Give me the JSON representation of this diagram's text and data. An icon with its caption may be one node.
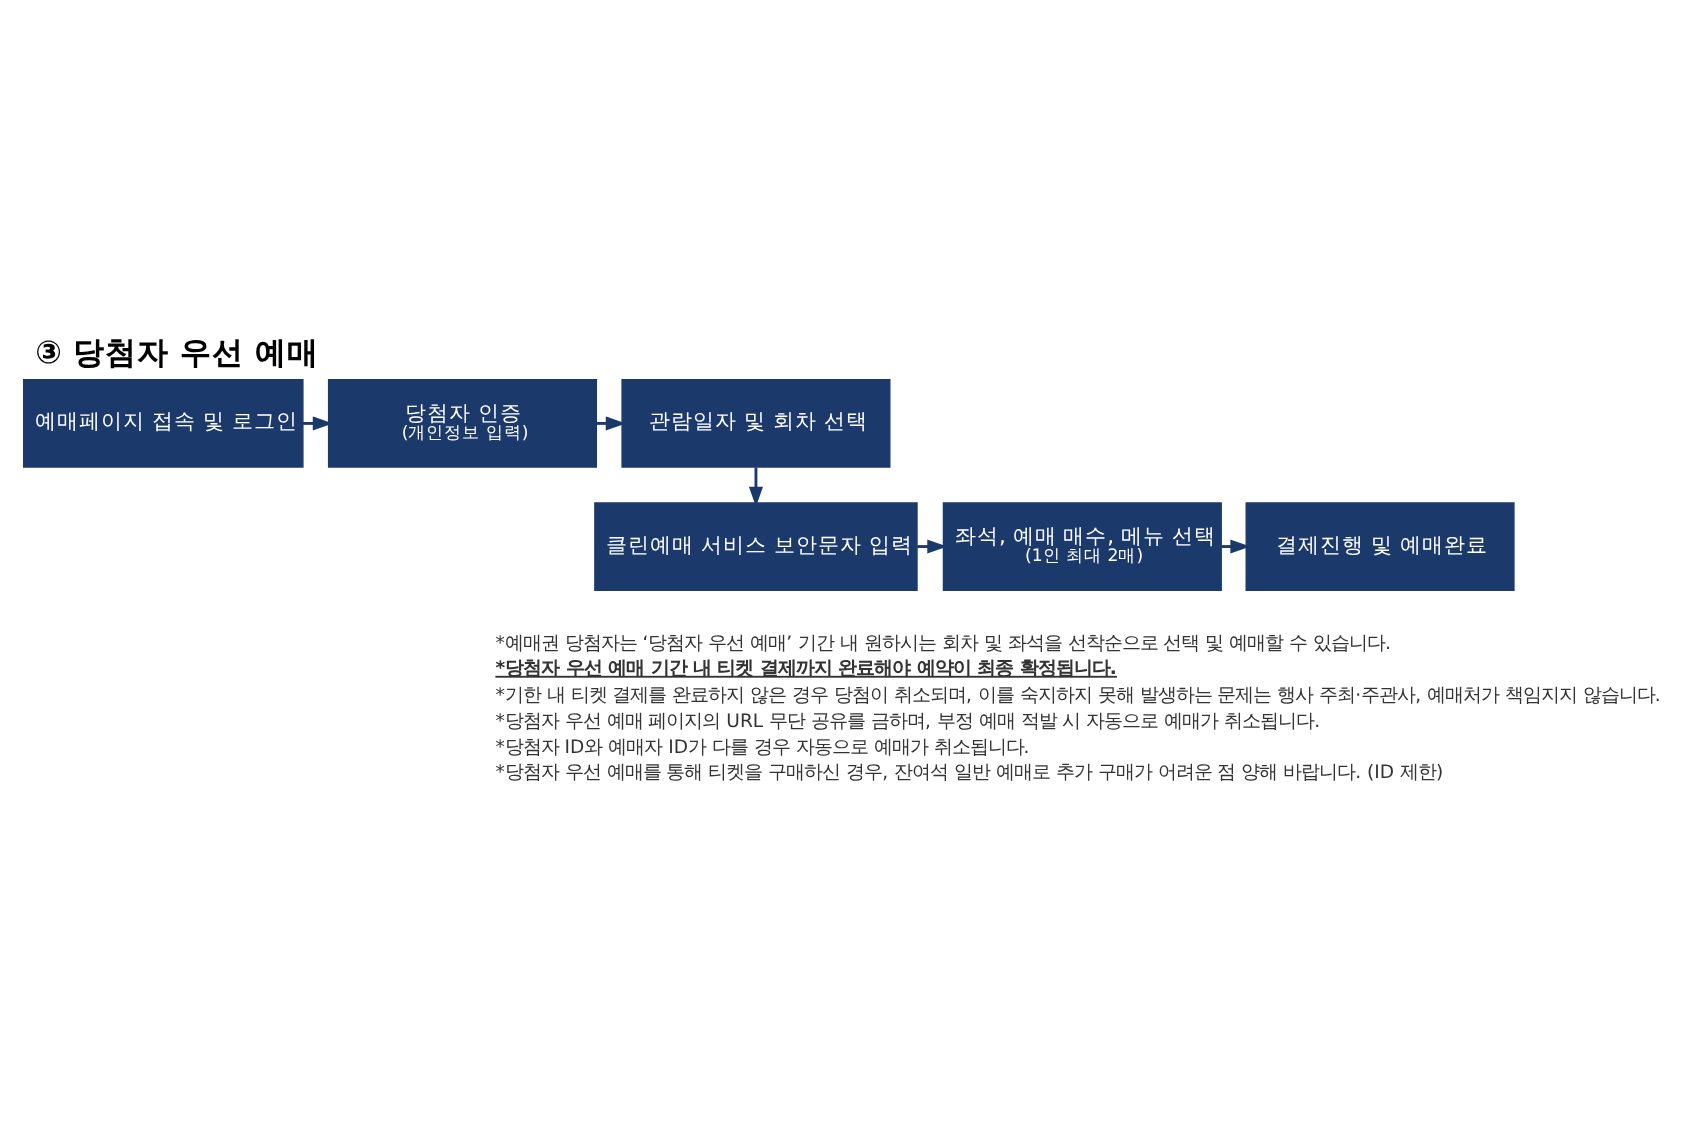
{
  "diagram": {
    "title": "③ 당첨자 우선 예매",
    "nodes": [
      {
        "text": [
          "예매페이지 접속 및 로그인"
        ]
      },
      {
        "text": [
          "당첨자 인증",
          "(개인정보 입력)"
        ]
      },
      {
        "text": [
          "관람일자 및 회차 선택"
        ]
      },
      {
        "text": [
          "클린예매 서비스 보안문자 입력"
        ]
      },
      {
        "text": [
          "좌석, 예매 매수, 메뉴 선택",
          "(1인 최대 2매)"
        ]
      },
      {
        "text": [
          "결제진행 및 예매완료"
        ]
      }
    ],
    "edges": [
      {
        "from": 0,
        "to": 1,
        "arrow": "to"
      },
      {
        "from": 1,
        "to": 2,
        "arrow": "to"
      },
      {
        "from": 2,
        "to": 3,
        "arrow": "to"
      },
      {
        "from": 3,
        "to": 4,
        "arrow": "to"
      },
      {
        "from": 4,
        "to": 5,
        "arrow": "to"
      }
    ],
    "labels": [
      "*예매권 당첨자는 ‘당첨자 우선 예매’ 기간 내 원하시는 회차 및 좌석을 선착순으로 선택 및 예매할 수 있습니다.",
      "*당첨자 우선 예매 기간 내 티켓 결제까지 완료해야 예약이 최종 확정됩니다.",
      "*기한 내 티켓 결제를 완료하지 않은 경우 당첨이 취소되며, 이를 숙지하지 못해 발생하는 문제는 행사 주최·주관사, 예매처가 책임지지 않습니다.",
      "*당첨자 우선 예매 페이지의 URL 무단 공유를 금하며, 부정 예매 적발 시 자동으로 예매가 취소됩니다.",
      "*당첨자 ID와 예매자 ID가 다를 경우 자동으로 예매가 취소됩니다.",
      "*당첨자 우선 예매를 통해 티켓을 구매하신 경우, 잔여석 일반 예매로 추가 구매가 어려운 점 양해 바랍니다. (ID 제한)"
    ]
  }
}
